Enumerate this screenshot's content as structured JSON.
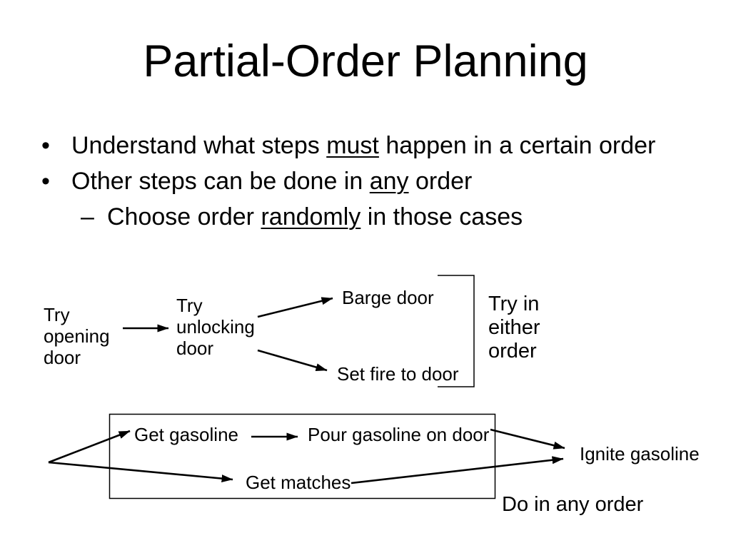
{
  "colors": {
    "background": "#ffffff",
    "text": "#000000"
  },
  "title": "Partial-Order Planning",
  "bullets": [
    {
      "marker": "•",
      "before": "Understand what steps ",
      "underlined": "must",
      "after": " happen in a certain order"
    },
    {
      "marker": "•",
      "before": "Other steps can be done in ",
      "underlined": "any",
      "after": " order"
    },
    {
      "marker": "–",
      "before": "Choose order ",
      "underlined": "randomly",
      "after": " in those cases"
    }
  ],
  "door_diagram": {
    "try_opening": "Try\nopening\ndoor",
    "try_unlocking": "Try\nunlocking\ndoor",
    "barge": "Barge door",
    "set_fire": "Set fire to door",
    "note": "Try in\neither\norder"
  },
  "gasoline_diagram": {
    "get_gasoline": "Get gasoline",
    "pour_gasoline": "Pour gasoline on door",
    "get_matches": "Get matches",
    "ignite": "Ignite gasoline",
    "note": "Do in any order"
  }
}
